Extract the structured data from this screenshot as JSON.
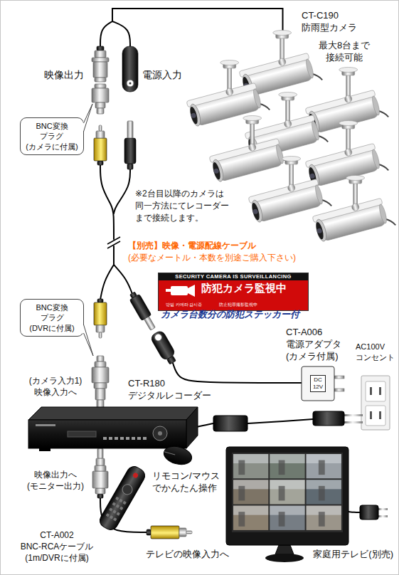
{
  "diagram": {
    "nodes": [
      {
        "text": [
          "BNC変換 プラグ (カメラに付属)"
        ]
      },
      {
        "text": [
          "SECURITY CAMERA IS SURVEILLANCING",
          "防犯カメラ監視中",
          "방범 카메라 감시중",
          "防止犯罪撮影監視中"
        ]
      },
      {
        "text": [
          "BNC変換 プラグ (DVRに付属)"
        ]
      },
      {
        "text": [
          "DC 12V"
        ]
      }
    ],
    "labels": [
      "CT-C190 防雨型カメラ",
      "最大8台まで 接続可能",
      "映像出力",
      "電源入力",
      "※2台目以降のカメラは 同一方法にてレコーダー まで接続します。",
      "【別売】映像・電源配線ケーブル",
      "(必要なメートル・本数を別途ご購入下さい)",
      "カメラ台数分の防犯ステッカー付",
      "CT-A006 電源アダプタ (カメラ付属)",
      "AC100V コンセント",
      "(カメラ入力1) 映像入力へ",
      "CT-R180 デジタルレコーダー",
      "映像出力へ (モニター出力)",
      "リモコン/マウス でかんたん操作",
      "CT-A002 BNC-RCAケーブル (1m/DVRに付属)",
      "テレビの映像入力へ",
      "家庭用テレビ(別売)"
    ]
  }
}
